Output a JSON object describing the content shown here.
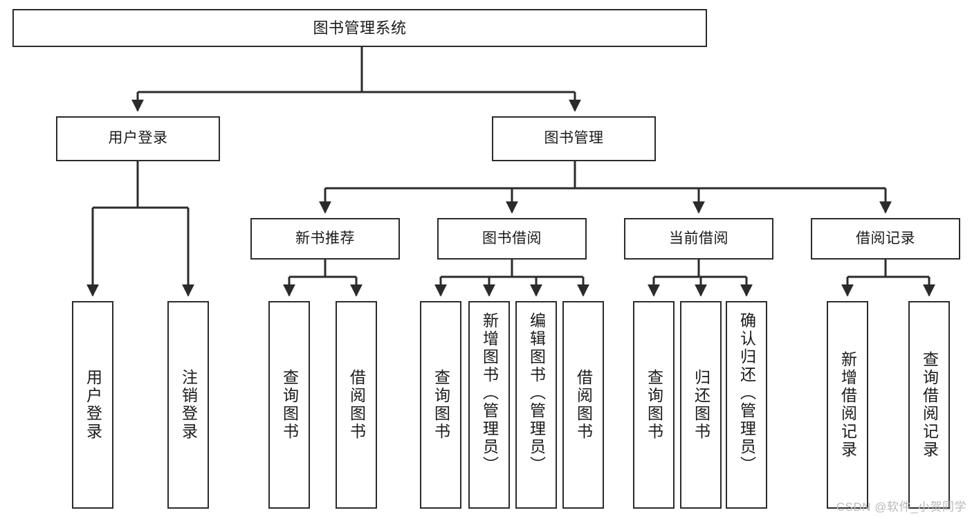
{
  "diagram": {
    "title": "图书管理系统",
    "type": "tree-hierarchy",
    "colors": {
      "box_border": "#2b2b2b",
      "box_fill": "#ffffff",
      "edge": "#2b2b2b",
      "text": "#1a1a1a",
      "watermark": "#b9b9b9",
      "background": "#ffffff"
    },
    "root": {
      "label": "图书管理系统"
    },
    "level2": [
      {
        "label": "用户登录"
      },
      {
        "label": "图书管理"
      }
    ],
    "level3": [
      {
        "label": "新书推荐"
      },
      {
        "label": "图书借阅"
      },
      {
        "label": "当前借阅"
      },
      {
        "label": "借阅记录"
      }
    ],
    "leaves": {
      "user_login": [
        {
          "label": "用户登录"
        },
        {
          "label": "注销登录"
        }
      ],
      "new_book_recommend": [
        {
          "label": "查询图书"
        },
        {
          "label": "借阅图书"
        }
      ],
      "book_borrow": [
        {
          "label": "查询图书"
        },
        {
          "label": "新增图书（管理员）"
        },
        {
          "label": "编辑图书（管理员）"
        },
        {
          "label": "借阅图书"
        }
      ],
      "current_borrow": [
        {
          "label": "查询图书"
        },
        {
          "label": "归还图书"
        },
        {
          "label": "确认归还（管理员）"
        }
      ],
      "borrow_record": [
        {
          "label": "新增借阅记录"
        },
        {
          "label": "查询借阅记录"
        }
      ]
    }
  },
  "watermark": {
    "text": "CSDN @软件_小贺同学"
  }
}
